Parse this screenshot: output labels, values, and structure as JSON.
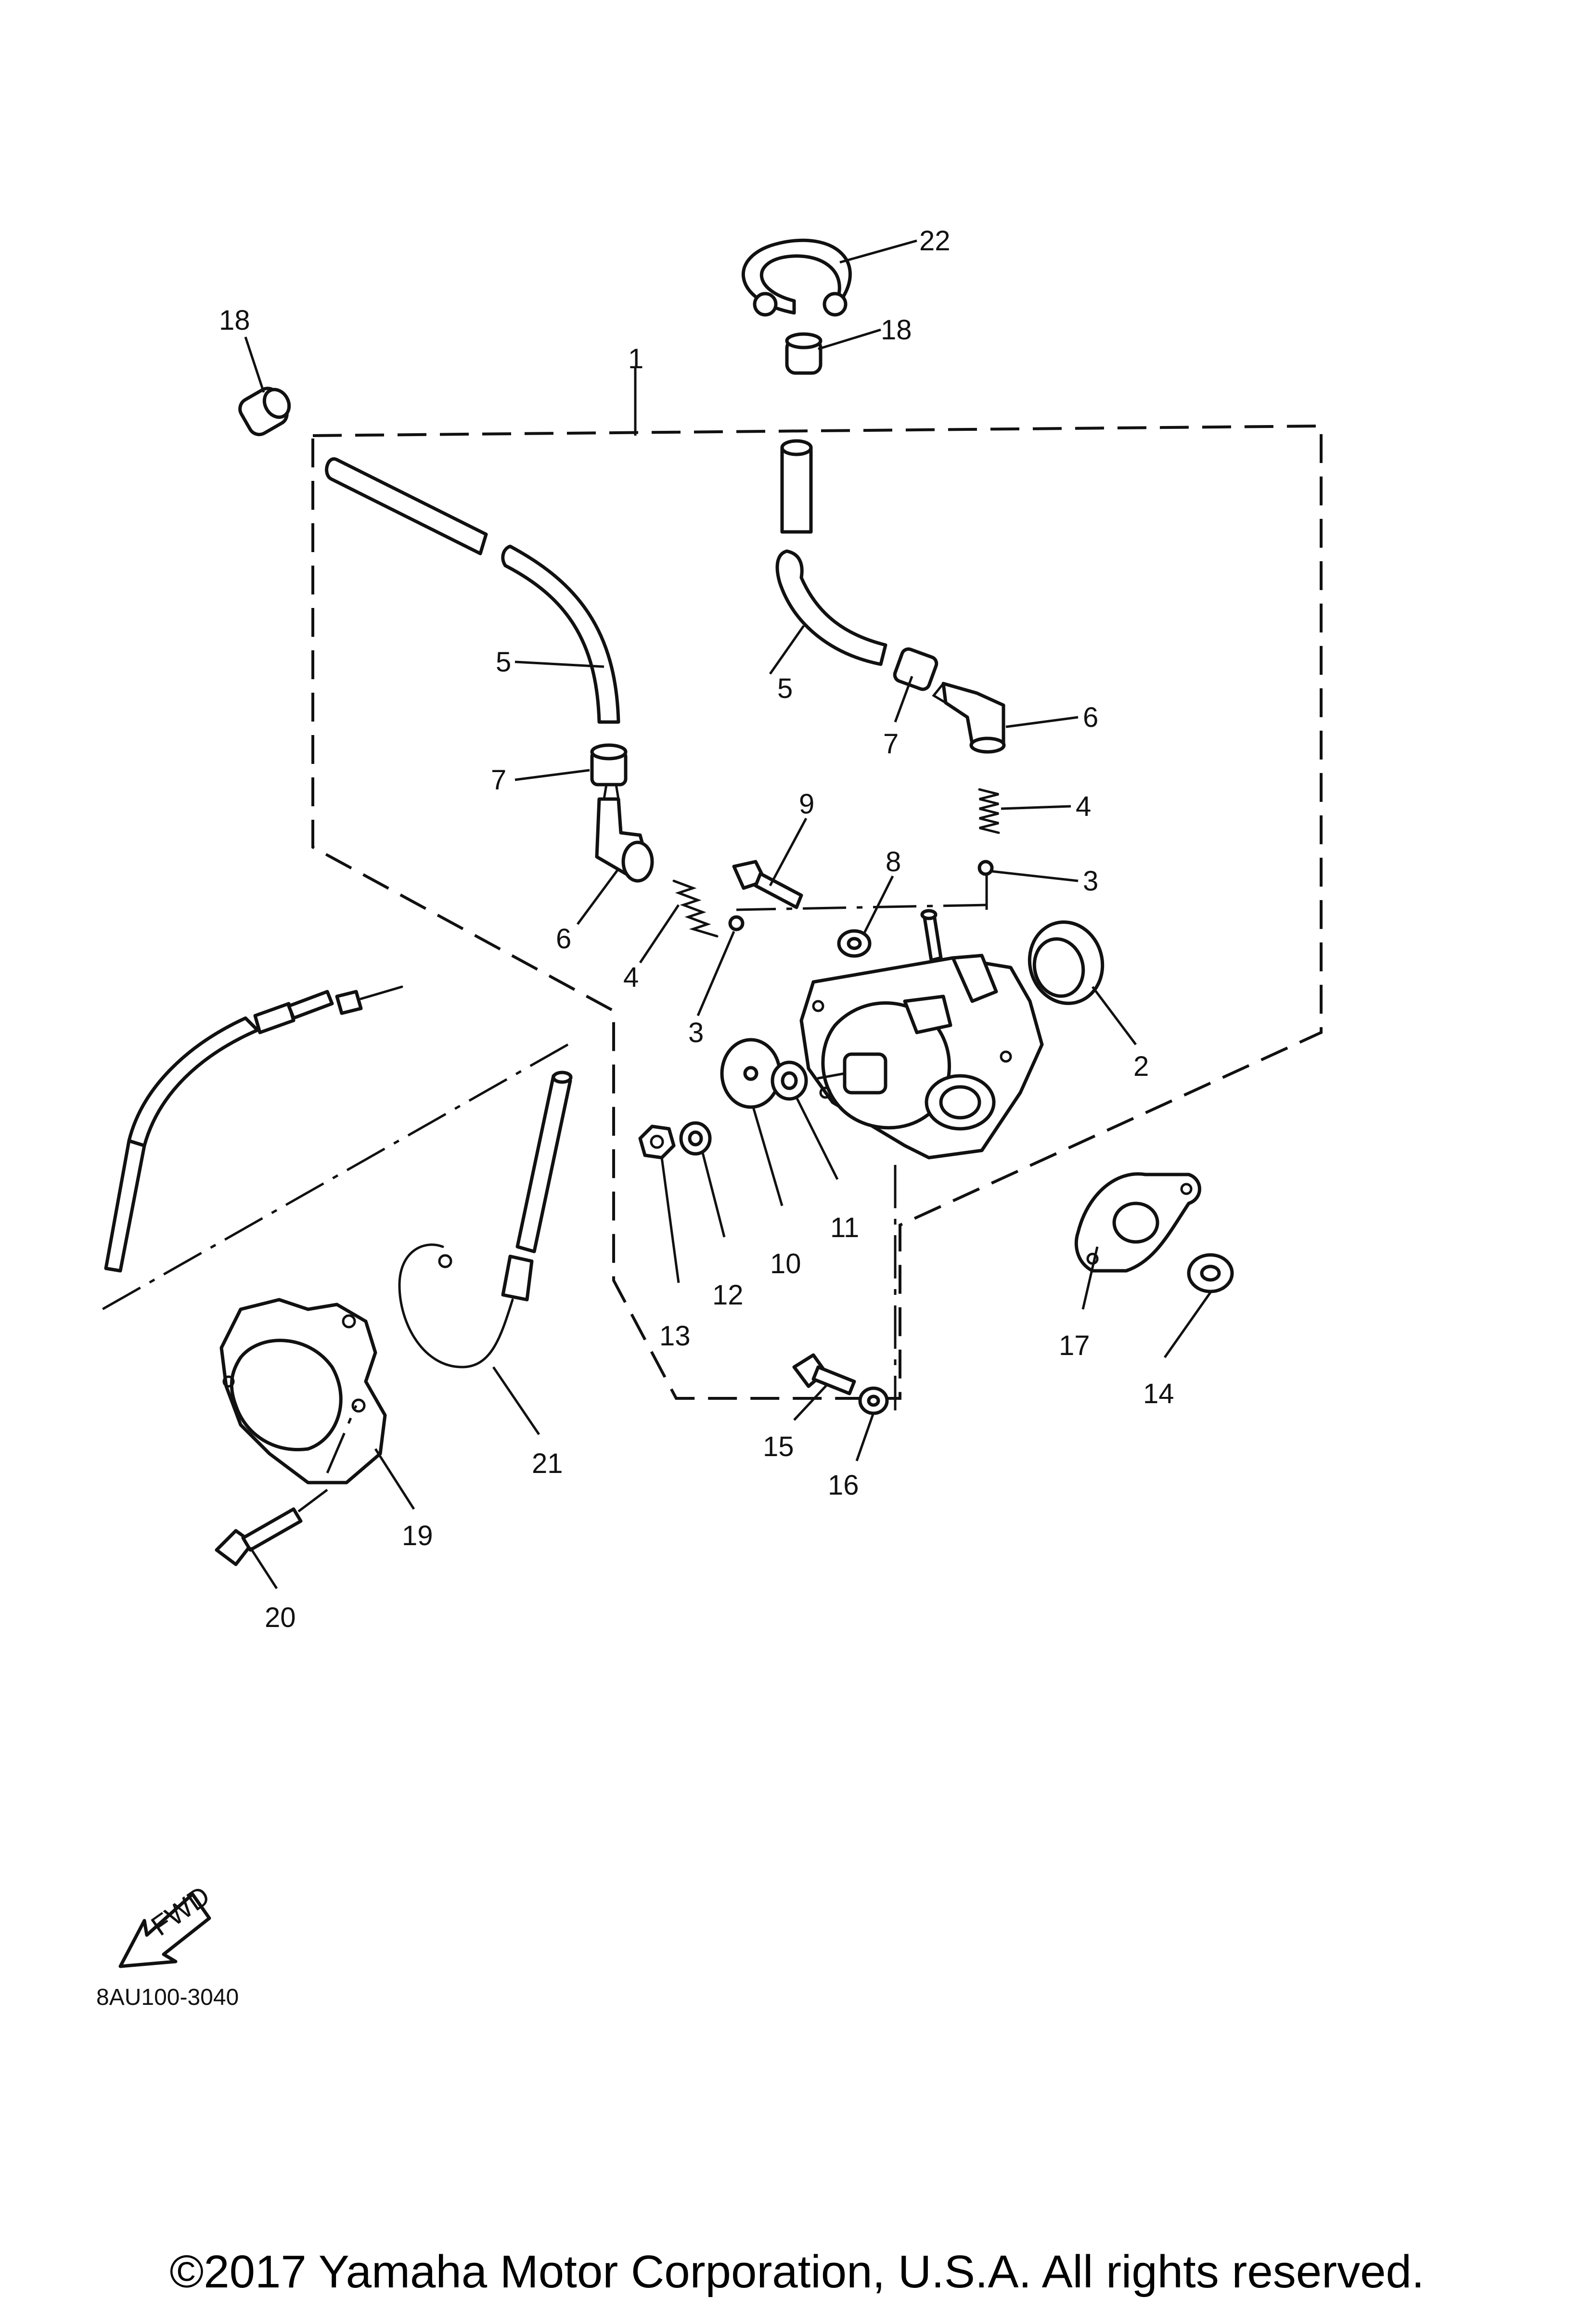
{
  "diagram": {
    "callouts": {
      "c1": "1",
      "c2": "2",
      "c3a": "3",
      "c3b": "3",
      "c4a": "4",
      "c4b": "4",
      "c5a": "5",
      "c5b": "5",
      "c6a": "6",
      "c6b": "6",
      "c7a": "7",
      "c7b": "7",
      "c8": "8",
      "c9": "9",
      "c10": "10",
      "c11": "11",
      "c12": "12",
      "c13": "13",
      "c14": "14",
      "c15": "15",
      "c16": "16",
      "c17": "17",
      "c18a": "18",
      "c18b": "18",
      "c19": "19",
      "c20": "20",
      "c21": "21",
      "c22": "22"
    },
    "fwd_label": "FWD",
    "figure_code": "8AU100-3040"
  },
  "footer": {
    "copyright": "©2017 Yamaha Motor Corporation, U.S.A. All rights reserved."
  }
}
